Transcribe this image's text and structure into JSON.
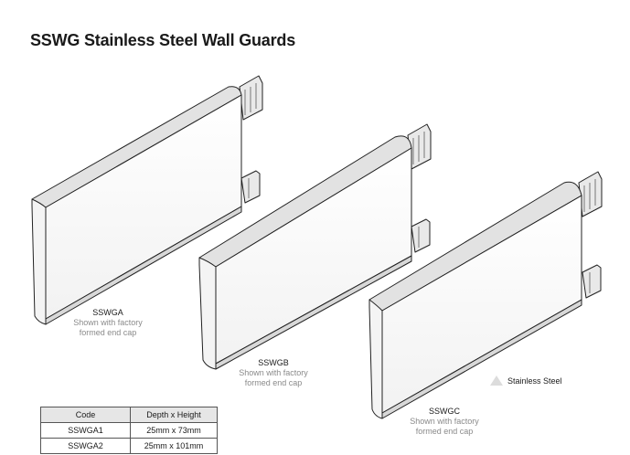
{
  "page": {
    "title": "SSWG Stainless Steel Wall Guards"
  },
  "products": [
    {
      "code": "SSWGA",
      "note_line1": "Shown with factory",
      "note_line2": "formed end cap"
    },
    {
      "code": "SSWGB",
      "note_line1": "Shown with factory",
      "note_line2": "formed end cap"
    },
    {
      "code": "SSWGC",
      "note_line1": "Shown with factory",
      "note_line2": "formed end cap"
    }
  ],
  "legend": {
    "label": "Stainless Steel",
    "icon": "triangle-icon",
    "color": "#dcdcdc"
  },
  "table": {
    "headers": [
      "Code",
      "Depth x Height"
    ],
    "rows": [
      [
        "SSWGA1",
        "25mm x 73mm"
      ],
      [
        "SSWGA2",
        "25mm x 101mm"
      ]
    ]
  }
}
